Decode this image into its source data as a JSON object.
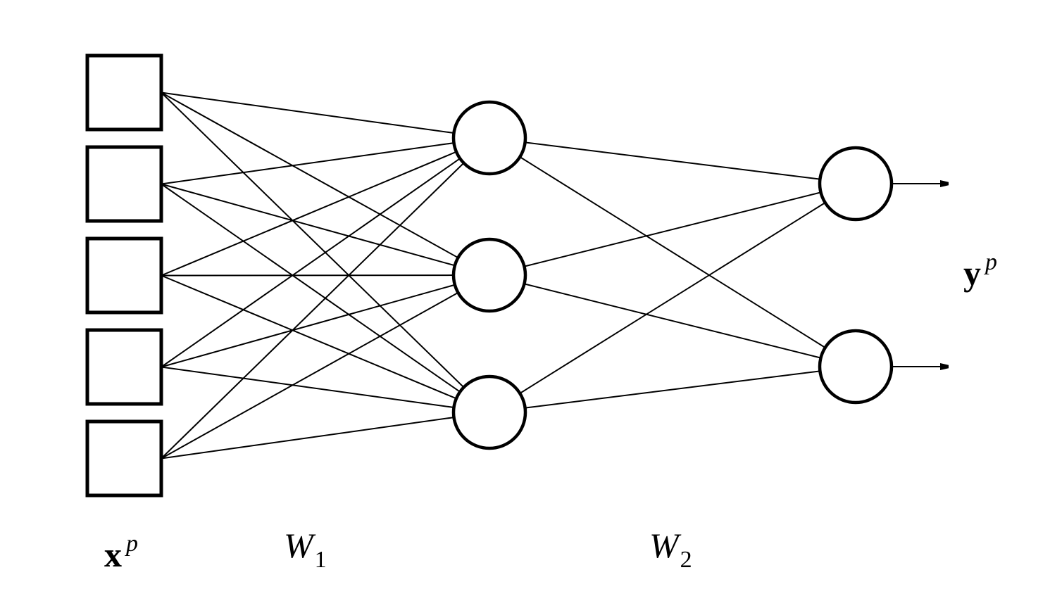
{
  "diagram": {
    "input_layer": {
      "unit_count": 5,
      "unit_shape": "square",
      "label_main": "x",
      "label_sup": "p"
    },
    "hidden_layer": {
      "unit_count": 3,
      "unit_shape": "circle"
    },
    "output_layer": {
      "unit_count": 2,
      "unit_shape": "circle",
      "label_main": "y",
      "label_sup": "p"
    },
    "weights": [
      {
        "label_main": "W",
        "label_sub": "1"
      },
      {
        "label_main": "W",
        "label_sub": "2"
      }
    ],
    "connectivity": "fully-connected",
    "colors": {
      "stroke": "#000000",
      "background": "#ffffff"
    }
  }
}
